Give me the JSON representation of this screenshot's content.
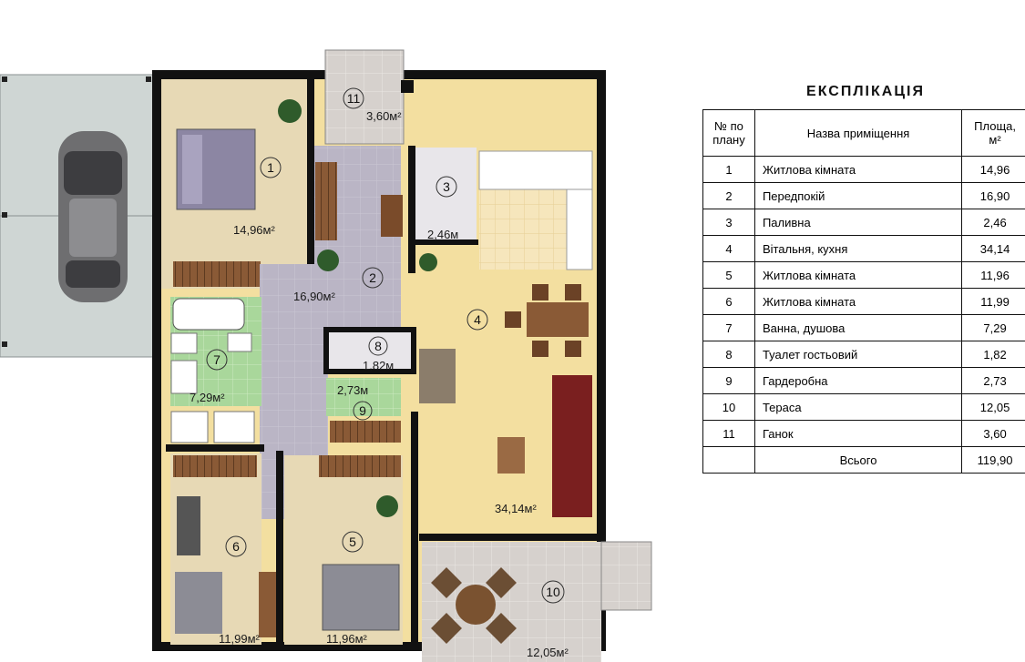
{
  "plan": {
    "rooms": [
      {
        "id": "1",
        "area": "14,96м²"
      },
      {
        "id": "2",
        "area": "16,90м²"
      },
      {
        "id": "3",
        "area": "2,46м"
      },
      {
        "id": "4",
        "area": "34,14м²"
      },
      {
        "id": "5",
        "area": "11,96м²"
      },
      {
        "id": "6",
        "area": "11,99м²"
      },
      {
        "id": "7",
        "area": "7,29м²"
      },
      {
        "id": "8",
        "area": "1,82м"
      },
      {
        "id": "9",
        "area": "2,73м"
      },
      {
        "id": "10",
        "area": "12,05м²"
      },
      {
        "id": "11",
        "area": "3,60м²"
      }
    ]
  },
  "legend": {
    "title": "ЕКСПЛІКАЦІЯ",
    "headers": {
      "num": "№ по плану",
      "name": "Назва приміщення",
      "area": "Площа, м²"
    },
    "rows": [
      {
        "num": "1",
        "name": "Житлова кімната",
        "area": "14,96"
      },
      {
        "num": "2",
        "name": "Передпокій",
        "area": "16,90"
      },
      {
        "num": "3",
        "name": "Паливна",
        "area": "2,46"
      },
      {
        "num": "4",
        "name": "Вітальня, кухня",
        "area": "34,14"
      },
      {
        "num": "5",
        "name": "Житлова кімната",
        "area": "11,96"
      },
      {
        "num": "6",
        "name": "Житлова кімната",
        "area": "11,99"
      },
      {
        "num": "7",
        "name": "Ванна, душова",
        "area": "7,29"
      },
      {
        "num": "8",
        "name": "Туалет гостьовий",
        "area": "1,82"
      },
      {
        "num": "9",
        "name": "Гардеробна",
        "area": "2,73"
      },
      {
        "num": "10",
        "name": "Тераса",
        "area": "12,05"
      },
      {
        "num": "11",
        "name": "Ганок",
        "area": "3,60"
      }
    ],
    "total_label": "Всього",
    "total_value": "119,90"
  },
  "colors": {
    "wall": "#111111",
    "bedroom_floor": "#e7d9b5",
    "hall_floor": "#b9b4c4",
    "bath_floor": "#a7d49a",
    "living_floor": "#f3dfa0",
    "kitchen_floor": "#f7e6b8",
    "terrace_floor": "#d9d3cf",
    "carport": "#cfd6d4",
    "bed": "#8c86a3",
    "sofa": "#7a1f1f",
    "wood": "#8a5a36"
  }
}
